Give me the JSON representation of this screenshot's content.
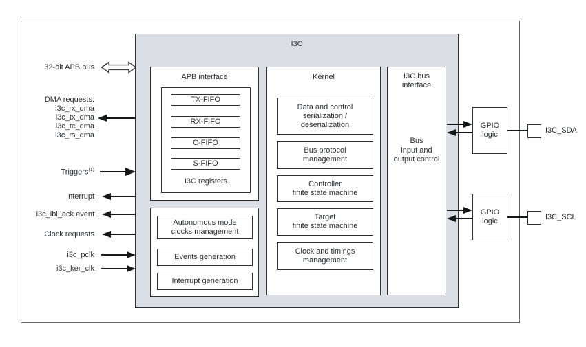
{
  "diagram": {
    "title": "I3C",
    "left": {
      "apb_bus": "32-bit APB bus",
      "dma_lines": [
        "DMA requests:",
        "i3c_rx_dma",
        "i3c_tx_dma",
        "i3c_tc_dma",
        "i3c_rs_dma"
      ],
      "triggers": "Triggers",
      "triggers_note": "(1)",
      "interrupt": "Interrupt",
      "ibi_ack": "i3c_ibi_ack event",
      "clock_requests": "Clock requests",
      "pclk": "i3c_pclk",
      "ker_clk": "i3c_ker_clk"
    },
    "apb": {
      "title": "APB interface",
      "fifos": [
        "TX-FIFO",
        "RX-FIFO",
        "C-FIFO",
        "S-FIFO"
      ],
      "registers": "I3C registers"
    },
    "aux": {
      "blocks": [
        "Autonomous mode\nclocks management",
        "Events generation",
        "Interrupt generation"
      ]
    },
    "kernel": {
      "title": "Kernel",
      "blocks": [
        "Data and control\nserialization /\ndeserialization",
        "Bus protocol\nmanagement",
        "Controller\nfinite state machine",
        "Target\nfinite state machine",
        "Clock and timings\nmanagement"
      ]
    },
    "bus_interface": {
      "title": "I3C bus\ninterface",
      "body": "Bus\ninput and\noutput control"
    },
    "gpio": {
      "label": "GPIO\nlogic"
    },
    "pads": {
      "sda": "I3C_SDA",
      "scl": "I3C_SCL"
    },
    "colors": {
      "block_fill": "#dbdee4",
      "line": "#17181a",
      "outer_border": "#63666a",
      "text": "#2b2d30"
    }
  }
}
